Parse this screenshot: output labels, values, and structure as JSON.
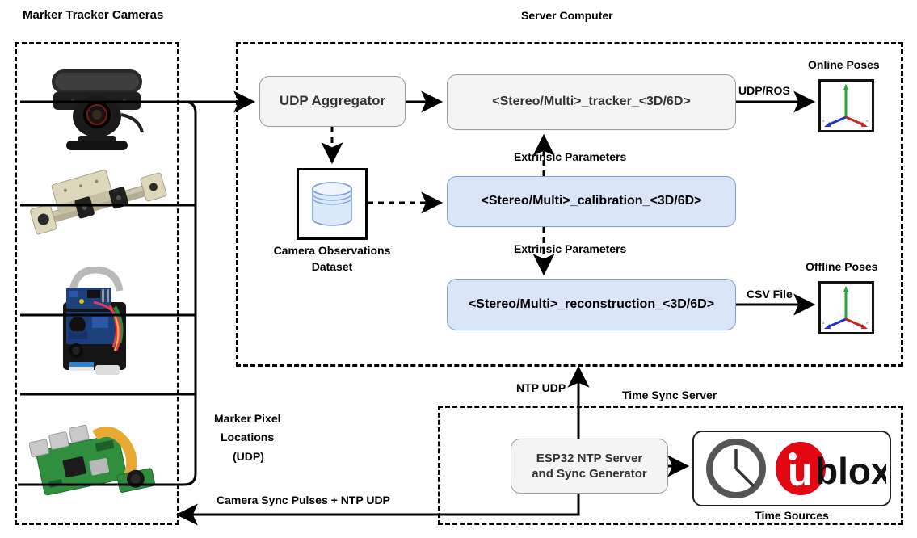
{
  "diagram": {
    "title_cameras": "Marker Tracker Cameras",
    "title_server": "Server Computer",
    "title_timesync": "Time Sync Server"
  },
  "server": {
    "aggregator": "UDP Aggregator",
    "tracker": "<Stereo/Multi>_tracker_<3D/6D>",
    "calibration": "<Stereo/Multi>_calibration_<3D/6D>",
    "reconstruction": "<Stereo/Multi>_reconstruction_<3D/6D>",
    "dataset_line1": "Camera Observations",
    "dataset_line2": "Dataset"
  },
  "edges": {
    "udp_ros": "UDP/ROS",
    "csv_file": "CSV File",
    "extrinsic_top": "Extrinsic Parameters",
    "extrinsic_bottom": "Extrinsic Parameters",
    "marker_pixel_l1": "Marker Pixel",
    "marker_pixel_l2": "Locations",
    "marker_pixel_l3": "(UDP)",
    "camera_sync": "Camera Sync Pulses + NTP UDP",
    "ntp_udp": "NTP UDP"
  },
  "outputs": {
    "online_poses": "Online Poses",
    "offline_poses": "Offline Poses"
  },
  "timesync": {
    "esp32_line1": "ESP32 NTP Server",
    "esp32_line2": "and Sync Generator",
    "time_sources": "Time Sources",
    "ublox_u": "u",
    "ublox_blox": "blox"
  },
  "cameras": [
    {
      "name": "ps3-eye-camera"
    },
    {
      "name": "linear-rail-actuator"
    },
    {
      "name": "custom-pcb-camera"
    },
    {
      "name": "raspberry-pi-camera"
    }
  ],
  "colors": {
    "process_gray": "#f4f4f4",
    "process_blue": "#dae5f7",
    "blue_border": "#7b9ed4",
    "ublox_red": "#e30613",
    "axis_x": "#cc2222",
    "axis_y": "#22aa33",
    "axis_z": "#2233cc"
  }
}
